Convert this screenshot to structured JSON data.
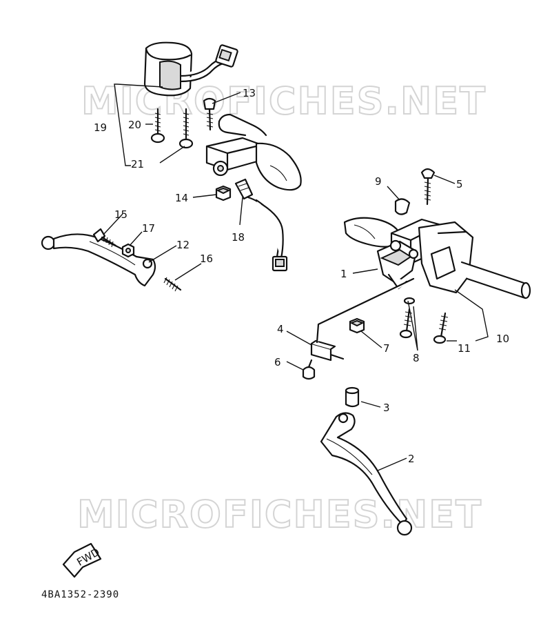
{
  "watermark": "MICROFICHES.NET",
  "drawing_code": "4BA1352-2390",
  "fwd_label": "FWD",
  "callouts": {
    "c1": "1",
    "c2": "2",
    "c3": "3",
    "c4": "4",
    "c5": "5",
    "c6": "6",
    "c7": "7",
    "c8": "8",
    "c9": "9",
    "c10": "10",
    "c11": "11",
    "c12": "12",
    "c13": "13",
    "c14": "14",
    "c15": "15",
    "c16": "16",
    "c17": "17",
    "c18": "18",
    "c19": "19",
    "c20": "20",
    "c21": "21"
  }
}
